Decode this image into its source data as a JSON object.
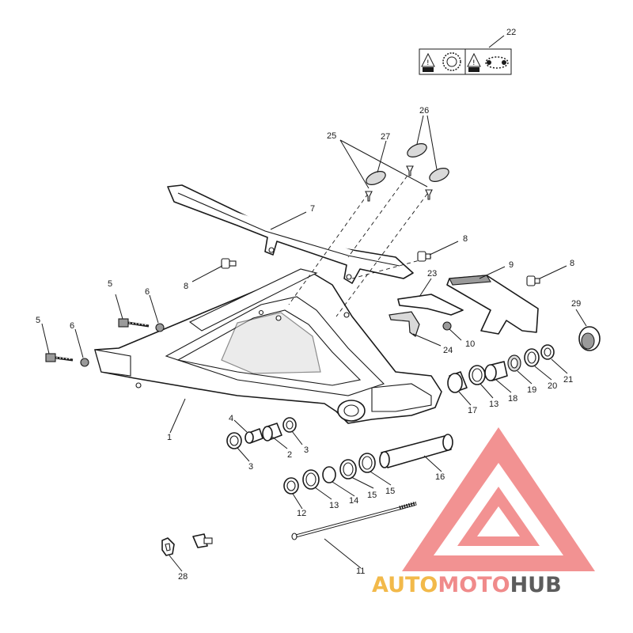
{
  "callouts": {
    "c1": "1",
    "c2": "2",
    "c3a": "3",
    "c3b": "3",
    "c4": "4",
    "c5a": "5",
    "c5b": "5",
    "c6a": "6",
    "c6b": "6",
    "c7": "7",
    "c8a": "8",
    "c8b": "8",
    "c8c": "8",
    "c9": "9",
    "c10": "10",
    "c11": "11",
    "c12": "12",
    "c13a": "13",
    "c13b": "13",
    "c14": "14",
    "c15a": "15",
    "c15b": "15",
    "c16": "16",
    "c17": "17",
    "c18": "18",
    "c19": "19",
    "c20": "20",
    "c21": "21",
    "c22": "22",
    "c23": "23",
    "c24": "24",
    "c25": "25",
    "c26": "26",
    "c27": "27",
    "c28": "28",
    "c29": "29"
  },
  "watermark": {
    "auto": "AUTO",
    "moto": "MOTO",
    "hub": "HUB",
    "colors": {
      "auto": "#f2b94a",
      "moto": "#f08b8b",
      "hub": "#5c5c5c",
      "logo": "#f08080"
    }
  },
  "icons": [
    "warning-sprocket-icon",
    "warning-chain-icon"
  ]
}
